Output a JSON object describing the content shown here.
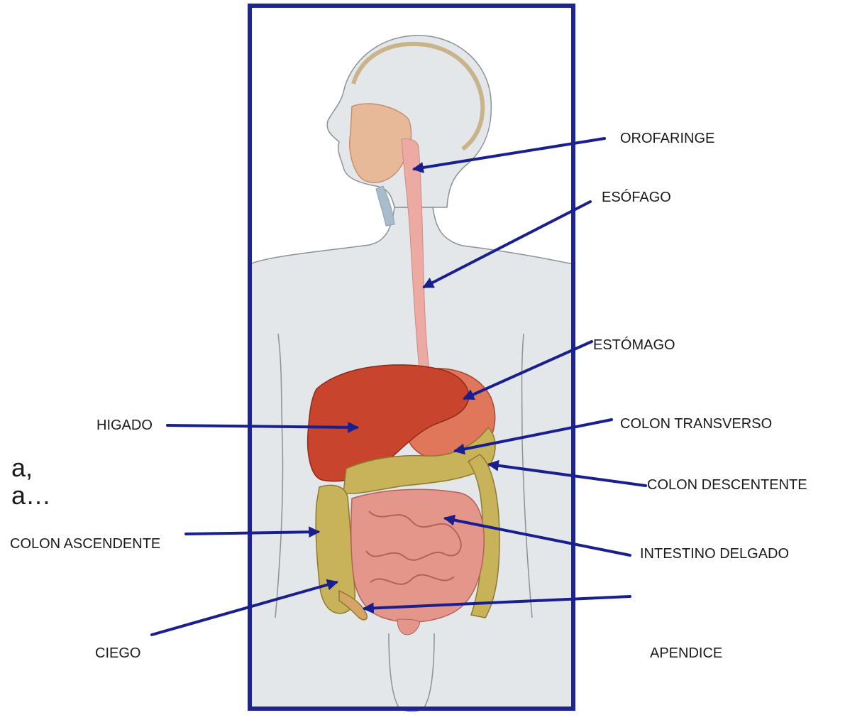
{
  "colors": {
    "frame": "#1f2493",
    "pointer": "#1a1f8f",
    "body_fill": "#e4e7ea",
    "body_outline": "#8c9198",
    "liver": "#c9442c",
    "stomach": "#e0765a",
    "esophagus": "#ecaaa2",
    "colon": "#c8b25a",
    "small_intestine": "#e5968b"
  },
  "labels": {
    "orofaringe": "OROFARINGE",
    "esofago": "ESÓFAGO",
    "estomago": "ESTÓMAGO",
    "higado": "HIGADO",
    "colon_transverso": "COLON TRANSVERSO",
    "colon_descendente": "COLON DESCENTENTE",
    "colon_ascendente": "COLON ASCENDENTE",
    "intestino_delgado": "INTESTINO DELGADO",
    "ciego": "CIEGO",
    "apendice": "APENDICE"
  },
  "partial_text": {
    "line1": "a,",
    "line2": "a…"
  }
}
